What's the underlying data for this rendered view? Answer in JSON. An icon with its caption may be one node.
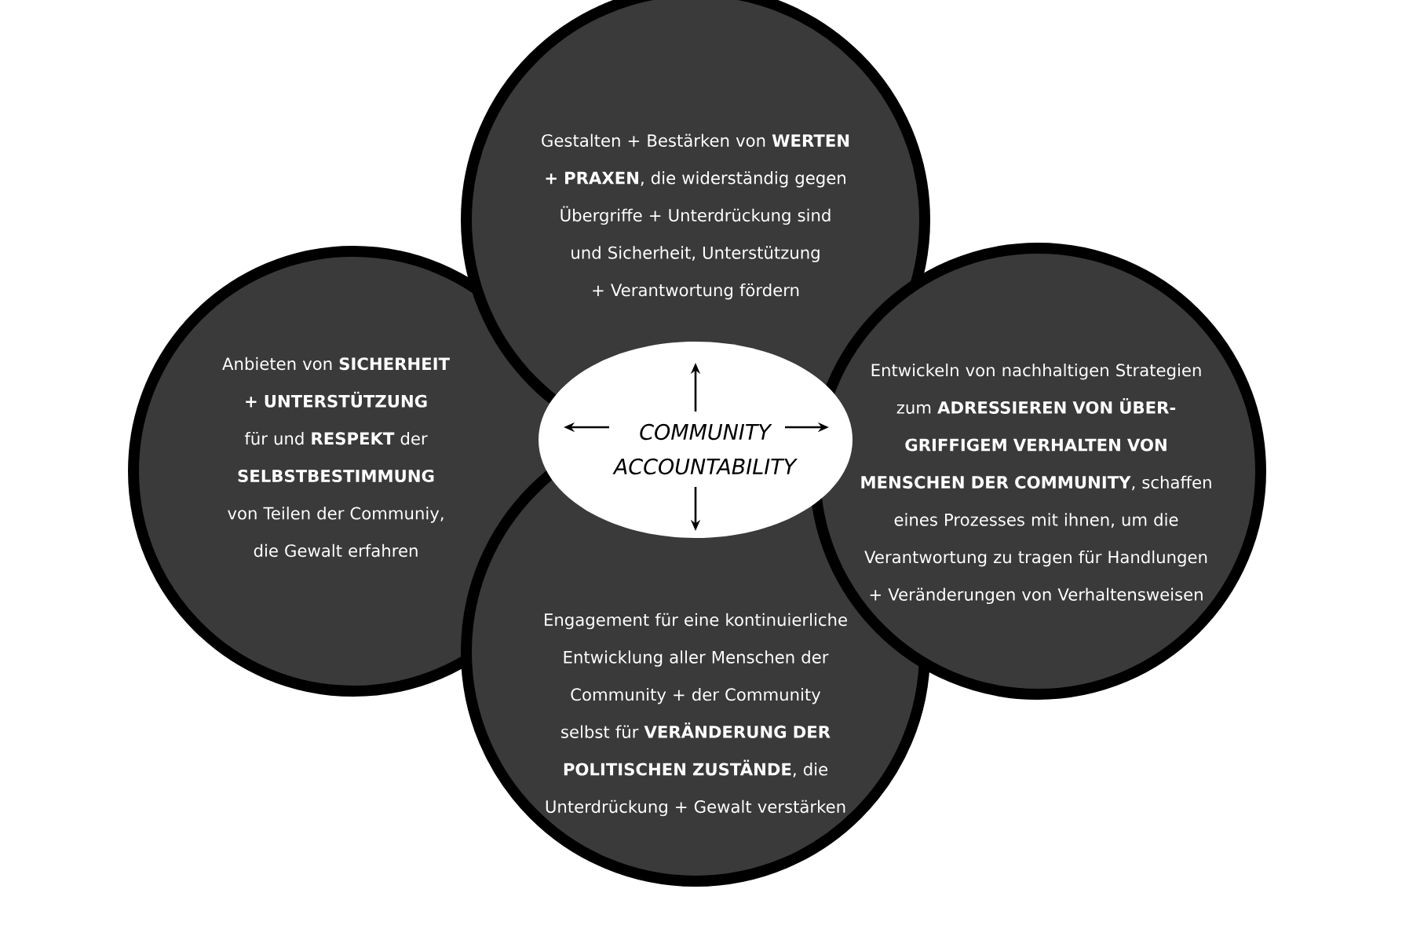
{
  "diagram": {
    "nodes": [
      {
        "text": [
          "Gestalten + Bestärken von **WERTEN + PRAXEN**, die widerständig gegen Übergriffe + Unterdrückung sind und Sicherheit, Unterstützung + Verantwortung fördern"
        ]
      },
      {
        "text": [
          "Anbieten von **SICHERHEIT + UNTERSTÜTZUNG** für und **RESPEKT** der **SELBSTBESTIMMUNG** von Teilen der Communiy, die Gewalt erfahren"
        ]
      },
      {
        "text": [
          "COMMUNITY ACCOUNTABILITY"
        ]
      },
      {
        "text": [
          "Entwickeln von nachhaltigen Strategien zum **ADRESSIEREN VON ÜBER-GRIFFIGEM VERHALTEN VON MENSCHEN DER COMMUNITY**, schaffen eines Prozesses mit ihnen, um die Verantwortung zu tragen für Handlungen + Veränderungen von Verhaltensweisen"
        ]
      },
      {
        "text": [
          "Engagement für eine kontinuierliche Entwicklung aller Menschen der Community + der Community selbst für **VERÄNDERUNG DER POLITISCHEN ZUSTÄNDE**, die Unterdrückung + Gewalt verstärken"
        ]
      }
    ]
  }
}
